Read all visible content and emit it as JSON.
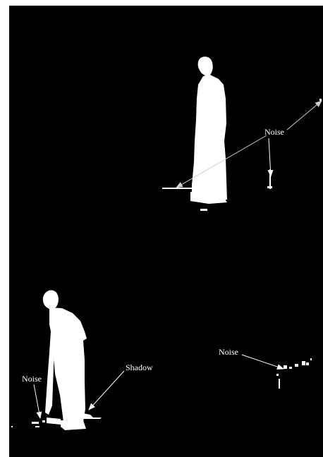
{
  "figure": {
    "colors": {
      "background": "#000000",
      "foreground": "#ffffff",
      "arrow": "#cfcfcf"
    },
    "top_panel": {
      "noise_label": "Noise"
    },
    "bottom_panel": {
      "noise_left_label": "Noise",
      "shadow_label": "Shadow",
      "noise_right_label": "Noise"
    }
  }
}
